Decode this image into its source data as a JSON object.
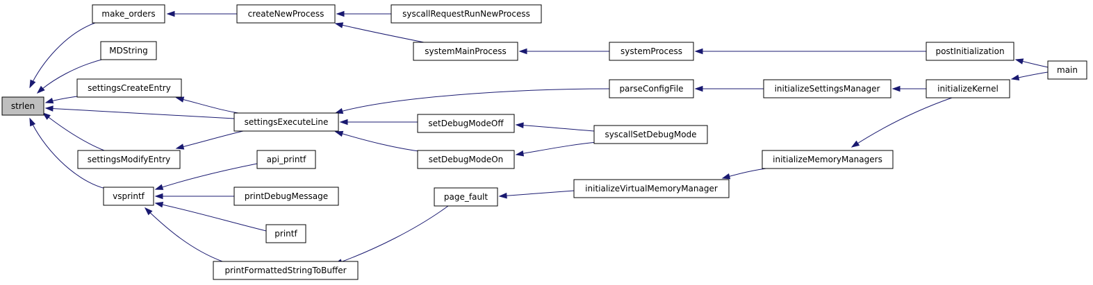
{
  "diagram": {
    "colors": {
      "node_fill": "#ffffff",
      "root_fill": "#bfbfbf",
      "node_border": "#000000",
      "edge": "#191970"
    },
    "nodes": [
      {
        "id": "strlen",
        "label": "strlen",
        "root": true
      },
      {
        "id": "make_orders",
        "label": "make_orders"
      },
      {
        "id": "MDString",
        "label": "MDString"
      },
      {
        "id": "settingsCreateEntry",
        "label": "settingsCreateEntry"
      },
      {
        "id": "settingsModifyEntry",
        "label": "settingsModifyEntry"
      },
      {
        "id": "vsprintf",
        "label": "vsprintf"
      },
      {
        "id": "createNewProcess",
        "label": "createNewProcess"
      },
      {
        "id": "settingsExecuteLine",
        "label": "settingsExecuteLine"
      },
      {
        "id": "api_printf",
        "label": "api_printf"
      },
      {
        "id": "printDebugMessage",
        "label": "printDebugMessage"
      },
      {
        "id": "printf",
        "label": "printf"
      },
      {
        "id": "printFormattedStringToBuffer",
        "label": "printFormattedStringToBuffer"
      },
      {
        "id": "syscallRequestRunNewProcess",
        "label": "syscallRequestRunNewProcess"
      },
      {
        "id": "systemMainProcess",
        "label": "systemMainProcess"
      },
      {
        "id": "setDebugModeOff",
        "label": "setDebugModeOff"
      },
      {
        "id": "setDebugModeOn",
        "label": "setDebugModeOn"
      },
      {
        "id": "page_fault",
        "label": "page_fault"
      },
      {
        "id": "systemProcess",
        "label": "systemProcess"
      },
      {
        "id": "parseConfigFile",
        "label": "parseConfigFile"
      },
      {
        "id": "syscallSetDebugMode",
        "label": "syscallSetDebugMode"
      },
      {
        "id": "initializeVirtualMemoryManager",
        "label": "initializeVirtualMemoryManager"
      },
      {
        "id": "initializeSettingsManager",
        "label": "initializeSettingsManager"
      },
      {
        "id": "initializeMemoryManagers",
        "label": "initializeMemoryManagers"
      },
      {
        "id": "postInitialization",
        "label": "postInitialization"
      },
      {
        "id": "initializeKernel",
        "label": "initializeKernel"
      },
      {
        "id": "main",
        "label": "main"
      }
    ],
    "edges": [
      {
        "from": "make_orders",
        "to": "strlen"
      },
      {
        "from": "MDString",
        "to": "strlen"
      },
      {
        "from": "settingsCreateEntry",
        "to": "strlen"
      },
      {
        "from": "settingsExecuteLine",
        "to": "strlen"
      },
      {
        "from": "settingsModifyEntry",
        "to": "strlen"
      },
      {
        "from": "vsprintf",
        "to": "strlen"
      },
      {
        "from": "createNewProcess",
        "to": "make_orders"
      },
      {
        "from": "settingsExecuteLine",
        "to": "settingsCreateEntry"
      },
      {
        "from": "settingsExecuteLine",
        "to": "settingsModifyEntry"
      },
      {
        "from": "api_printf",
        "to": "vsprintf"
      },
      {
        "from": "printDebugMessage",
        "to": "vsprintf"
      },
      {
        "from": "printf",
        "to": "vsprintf"
      },
      {
        "from": "printFormattedStringToBuffer",
        "to": "vsprintf"
      },
      {
        "from": "syscallRequestRunNewProcess",
        "to": "createNewProcess"
      },
      {
        "from": "systemMainProcess",
        "to": "createNewProcess"
      },
      {
        "from": "parseConfigFile",
        "to": "settingsExecuteLine"
      },
      {
        "from": "setDebugModeOff",
        "to": "settingsExecuteLine"
      },
      {
        "from": "setDebugModeOn",
        "to": "settingsExecuteLine"
      },
      {
        "from": "page_fault",
        "to": "printFormattedStringToBuffer"
      },
      {
        "from": "systemProcess",
        "to": "systemMainProcess"
      },
      {
        "from": "syscallSetDebugMode",
        "to": "setDebugModeOff"
      },
      {
        "from": "syscallSetDebugMode",
        "to": "setDebugModeOn"
      },
      {
        "from": "initializeVirtualMemoryManager",
        "to": "page_fault"
      },
      {
        "from": "postInitialization",
        "to": "systemProcess"
      },
      {
        "from": "initializeSettingsManager",
        "to": "parseConfigFile"
      },
      {
        "from": "initializeMemoryManagers",
        "to": "initializeVirtualMemoryManager"
      },
      {
        "from": "initializeKernel",
        "to": "initializeSettingsManager"
      },
      {
        "from": "initializeKernel",
        "to": "initializeMemoryManagers"
      },
      {
        "from": "main",
        "to": "postInitialization"
      },
      {
        "from": "main",
        "to": "initializeKernel"
      }
    ]
  }
}
